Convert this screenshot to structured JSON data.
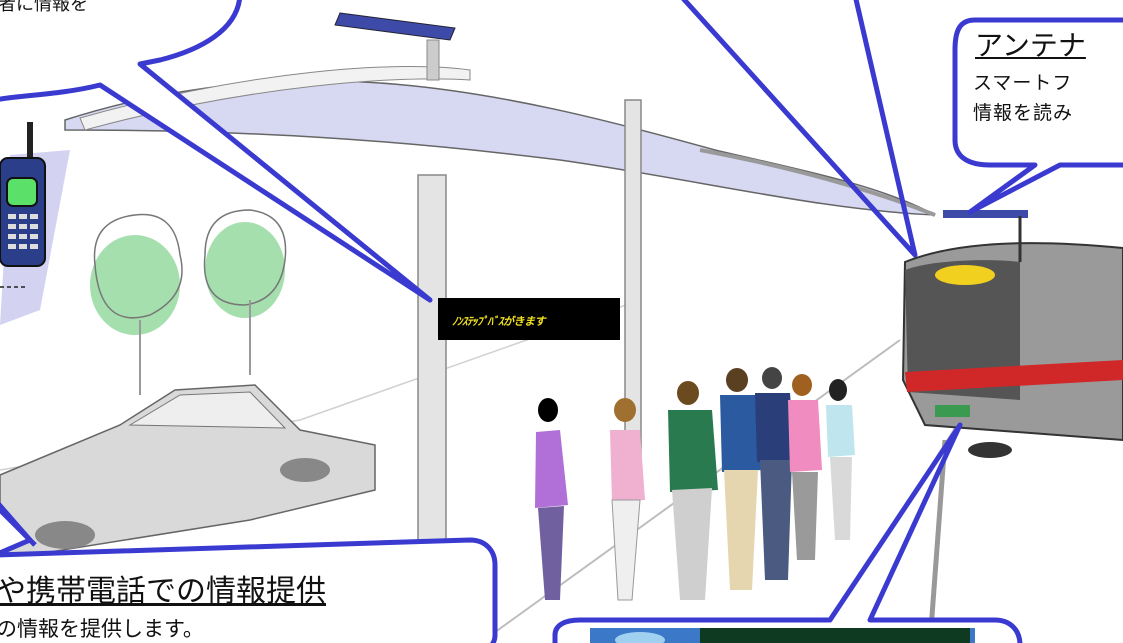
{
  "callouts": {
    "top_left_fragment": "者に情報を",
    "antenna": {
      "title": "アンテナ",
      "line1": "スマートフ",
      "line2": "情報を読み"
    },
    "mobile": {
      "title": "や携帯電話での情報提供",
      "body": "の情報を提供します。"
    }
  },
  "stop_sign": {
    "text": "ﾉﾝｽﾃｯﾌﾟﾊﾞｽがきます"
  },
  "colors": {
    "callout_border": "#3a3ad0",
    "canopy": "#d7d9f2",
    "sign_bg": "#000000",
    "sign_text": "#f0e020",
    "bus_stripe": "#d02828"
  },
  "icons": {
    "phone": "mobile-phone-icon"
  }
}
